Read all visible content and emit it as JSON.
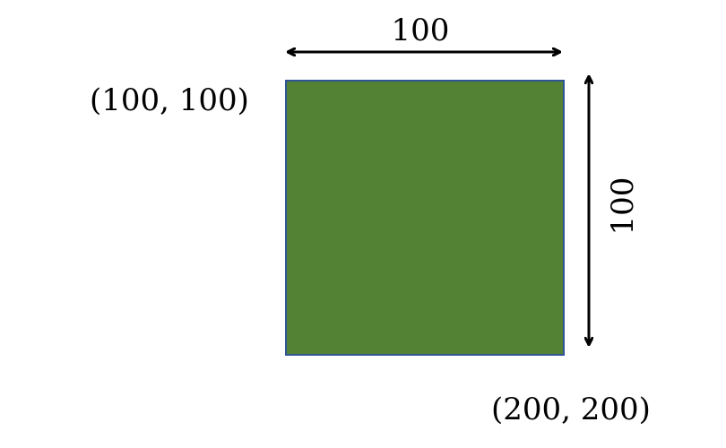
{
  "diagram": {
    "width_label": "100",
    "height_label": "100",
    "top_left_coordinate": "(100, 100)",
    "bottom_right_coordinate": "(200, 200)"
  },
  "colors": {
    "square_fill": "#548235",
    "square_border": "#2F5597",
    "arrow": "#000000",
    "text": "#000000"
  }
}
